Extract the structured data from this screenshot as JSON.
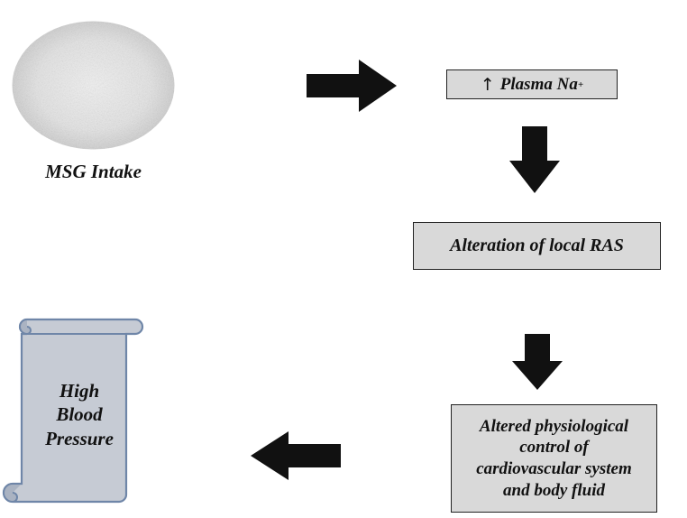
{
  "nodes": {
    "msg_intake": {
      "label": "MSG Intake"
    },
    "plasma_na": {
      "prefix_icon": "up-arrow",
      "text": "Plasma Na",
      "superscript": "+"
    },
    "local_ras": {
      "label": "Alteration of local RAS"
    },
    "altered_control": {
      "lines": [
        "Altered physiological",
        "control of",
        "cardiovascular system",
        "and body fluid"
      ]
    },
    "high_bp": {
      "lines": [
        "High",
        "Blood",
        "Pressure"
      ]
    }
  },
  "colors": {
    "box_fill": "#d9d9d9",
    "arrow_fill": "#111111",
    "scroll_fill": "#c6cbd4",
    "scroll_stroke": "#6f86a8"
  }
}
